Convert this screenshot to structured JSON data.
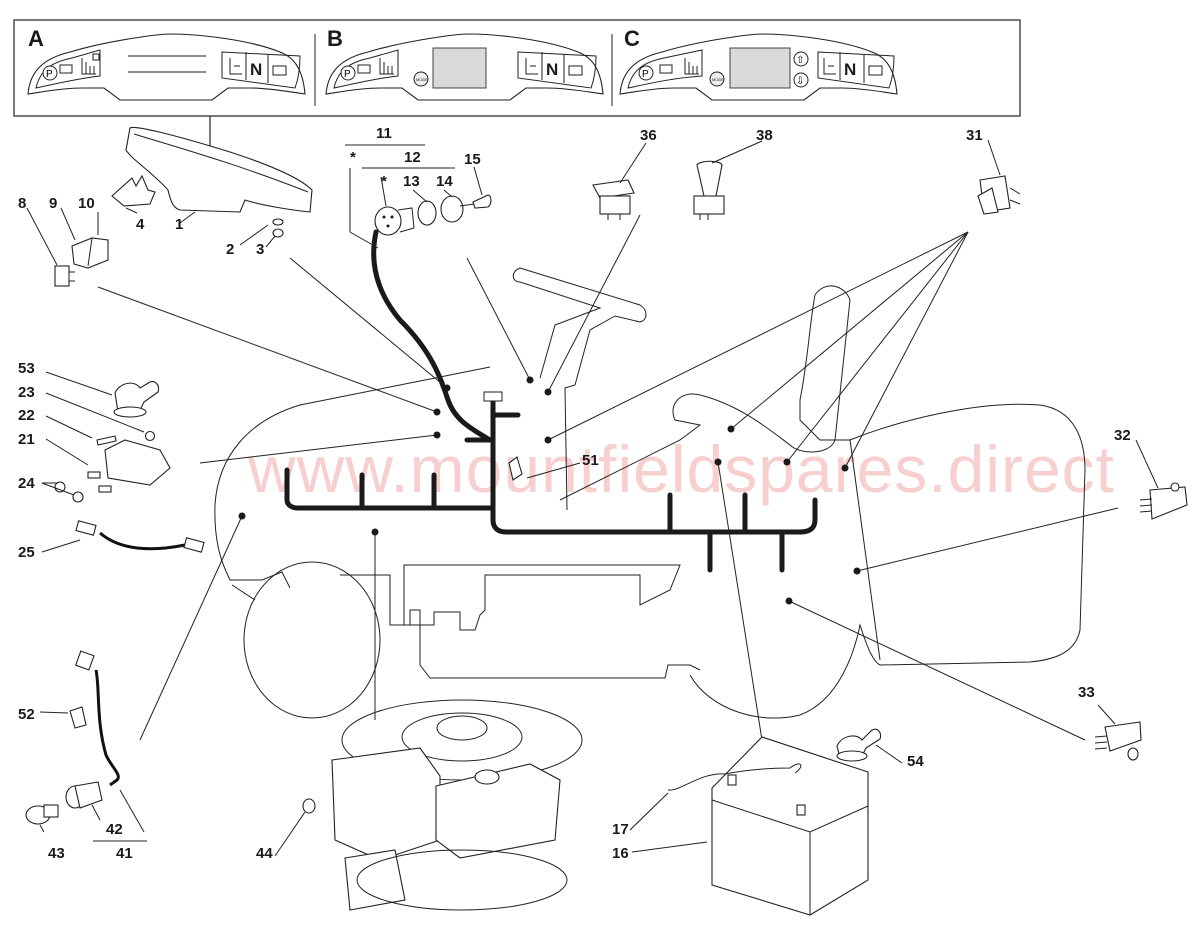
{
  "title": "Riding mower electrical system exploded parts diagram",
  "dashboard_panels": [
    {
      "label": "A",
      "has_display": false,
      "has_mode_button": false,
      "has_arrow_buttons": false
    },
    {
      "label": "B",
      "has_display": true,
      "has_mode_button": true,
      "has_arrow_buttons": false
    },
    {
      "label": "C",
      "has_display": true,
      "has_mode_button": true,
      "has_arrow_buttons": true
    }
  ],
  "dashboard_icons": {
    "parking": "P",
    "neutral": "N",
    "mode": "MODE",
    "up_arrow": "⇧",
    "down_arrow": "⇩"
  },
  "part_labels": {
    "p1": "1",
    "p2": "2",
    "p3": "3",
    "p4": "4",
    "p8": "8",
    "p9": "9",
    "p10": "10",
    "p11": "11",
    "p12": "12",
    "p13": "13",
    "p14": "14",
    "p15": "15",
    "p16": "16",
    "p17": "17",
    "p21": "21",
    "p22": "22",
    "p23": "23",
    "p24": "24",
    "p25": "25",
    "p31": "31",
    "p32": "32",
    "p33": "33",
    "p36": "36",
    "p38": "38",
    "p41": "41",
    "p42": "42",
    "p43": "43",
    "p44": "44",
    "p51": "51",
    "p52": "52",
    "p53": "53",
    "p54": "54",
    "star": "*"
  },
  "watermark": "www.mountfieldspares.direct",
  "colors": {
    "line": "#222222",
    "watermark": "#f2a8a8",
    "display": "#d9d9d9"
  }
}
